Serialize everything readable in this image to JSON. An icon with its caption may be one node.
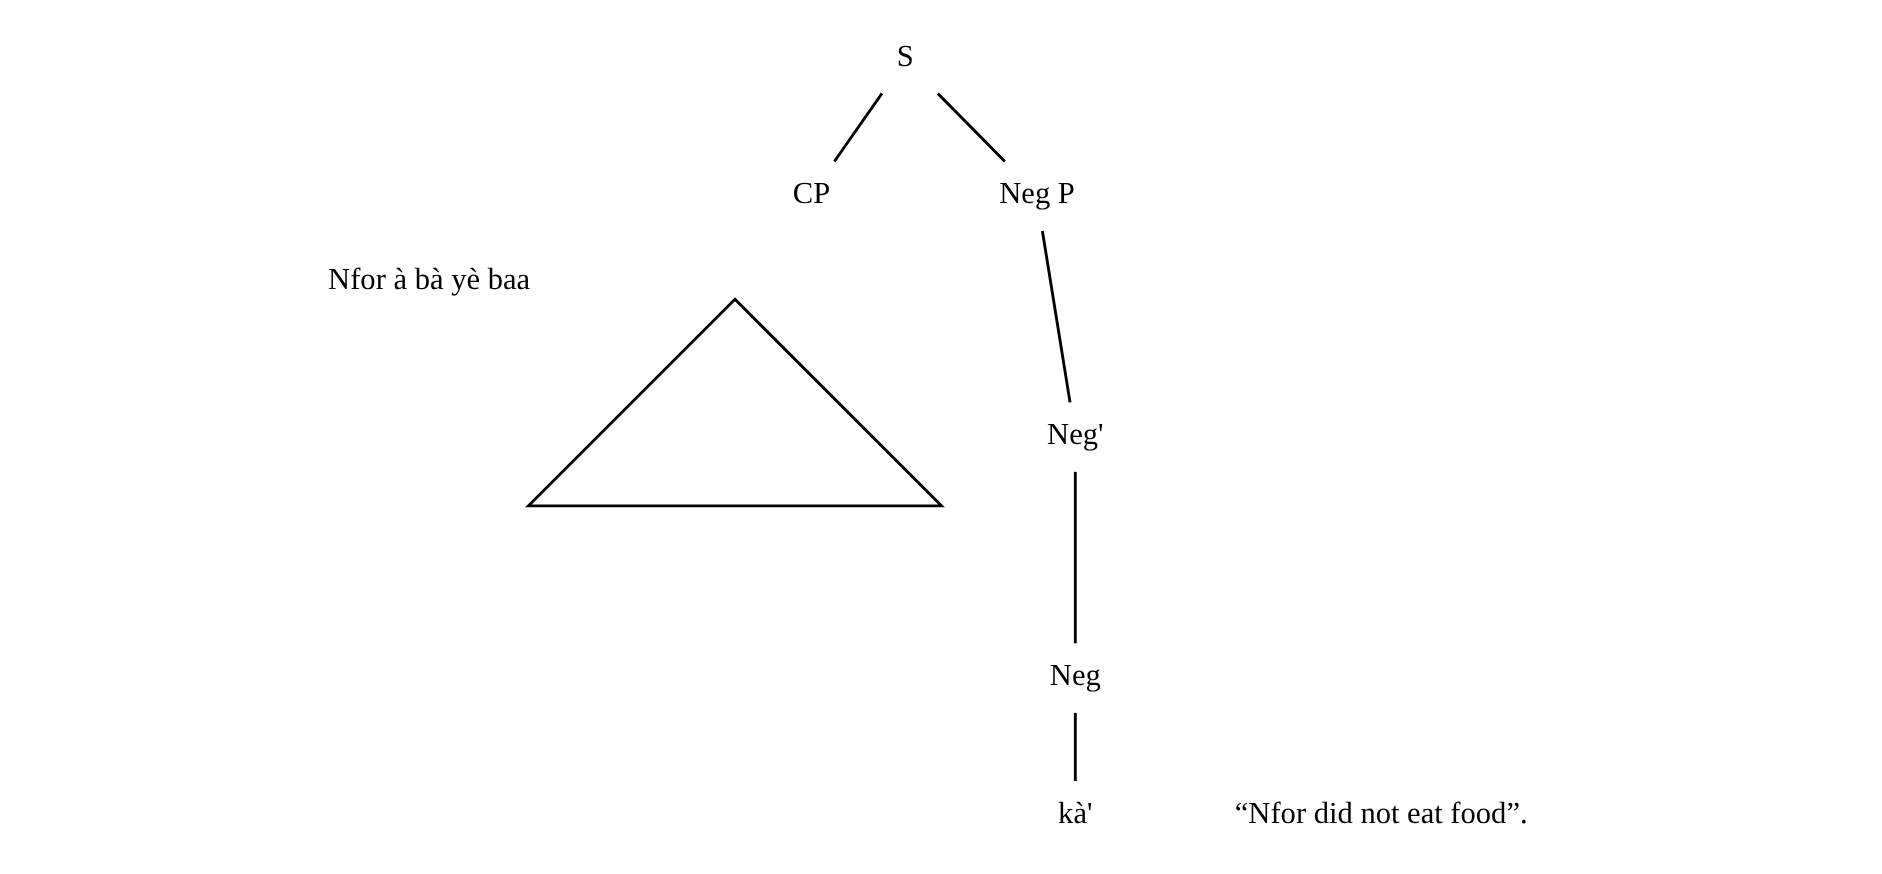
{
  "diagram": {
    "nodes": [
      {
        "text": [
          "S"
        ]
      },
      {
        "text": [
          "CP"
        ]
      },
      {
        "text": [],
        "shape": "triangle",
        "beside": [
          "Nfor à bà yè baa"
        ]
      },
      {
        "text": [
          "Neg P"
        ]
      },
      {
        "text": [
          "Neg'"
        ]
      },
      {
        "text": [
          "Neg"
        ]
      },
      {
        "text": [
          "kà'"
        ]
      }
    ],
    "edges": [
      {
        "from": 0,
        "to": 1,
        "arrow": "none"
      },
      {
        "from": 0,
        "to": 3,
        "arrow": "none"
      },
      {
        "from": 3,
        "to": 4,
        "arrow": "none"
      },
      {
        "from": 4,
        "to": 5,
        "arrow": "none"
      },
      {
        "from": 5,
        "to": 6,
        "arrow": "none"
      }
    ],
    "labels": [
      "“Nfor did not eat food”."
    ]
  }
}
